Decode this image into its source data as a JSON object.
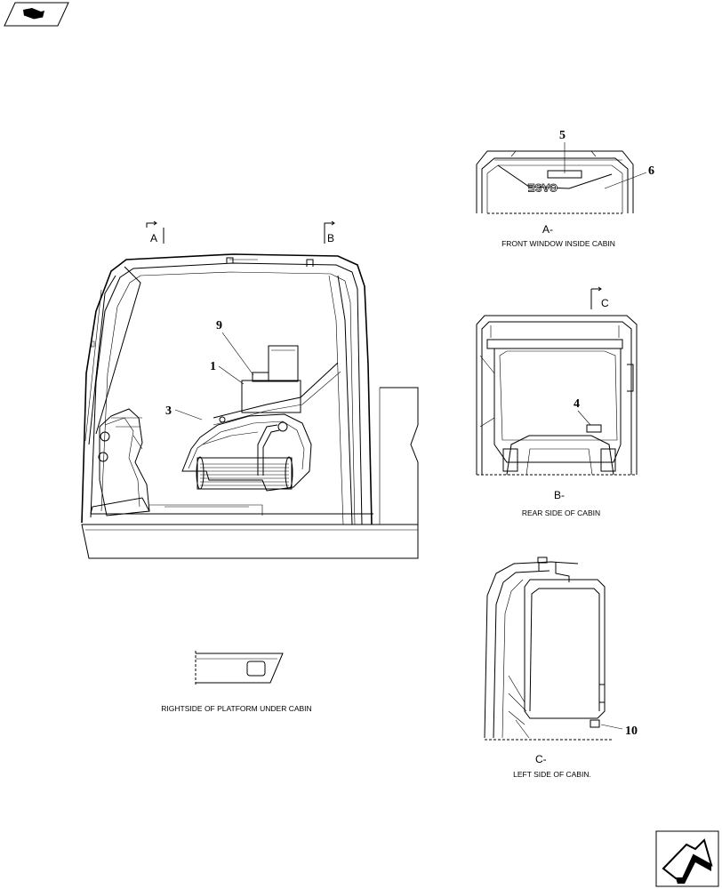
{
  "main_view": {
    "section_markers": [
      "A",
      "B"
    ],
    "callouts": [
      "9",
      "1",
      "3"
    ]
  },
  "view_a": {
    "callouts": [
      "5",
      "6"
    ],
    "emblem_text": "CASE",
    "letter": "A-",
    "caption": "FRONT WINDOW INSIDE CABIN"
  },
  "view_b": {
    "section_marker": "C",
    "callouts": [
      "4"
    ],
    "letter": "B-",
    "caption": "REAR SIDE OF CABIN"
  },
  "view_c": {
    "callouts": [
      "10"
    ],
    "letter": "C-",
    "caption": "LEFT SIDE OF CABIN."
  },
  "platform_view": {
    "caption": "RIGHTSIDE OF PLATFORM UNDER CABIN"
  },
  "icons": {
    "top_left": "book-page-icon",
    "bottom_right": "next-page-arrow-icon"
  }
}
